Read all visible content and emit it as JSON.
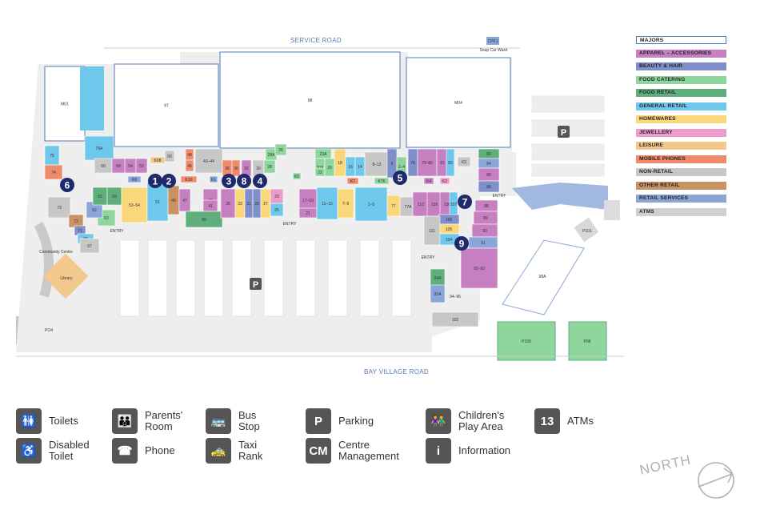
{
  "roads": {
    "service": "SERVICE ROAD",
    "bay_village": "BAY VILLAGE ROAD",
    "entry": "ENTRY"
  },
  "places": {
    "cpk1": "CPK1",
    "snap_car_wash": "Snap Car Wash",
    "community_centre": "Community\nCentre",
    "library": "Library",
    "po4": "PO4",
    "p100": "P100",
    "p98": "P98",
    "p101": "P101",
    "98a": "98A"
  },
  "north_label": "NORTH",
  "legend": [
    {
      "label": "MAJORS",
      "color": "#ffffff",
      "border": "#4f7ab5"
    },
    {
      "label": "APPAREL – ACCESSORIES",
      "color": "#c67fc0"
    },
    {
      "label": "BEAUTY & HAIR",
      "color": "#7f8fc9"
    },
    {
      "label": "FOOD CATERING",
      "color": "#8fd69c"
    },
    {
      "label": "FOOD RETAIL",
      "color": "#5fae7c"
    },
    {
      "label": "GENERAL RETAIL",
      "color": "#6ec8ec"
    },
    {
      "label": "HOMEWARES",
      "color": "#f9d77a"
    },
    {
      "label": "JEWELLERY",
      "color": "#eb9ccb"
    },
    {
      "label": "LEISURE",
      "color": "#f2c88d"
    },
    {
      "label": "MOBILE PHONES",
      "color": "#f08a6c"
    },
    {
      "label": "NON-RETAIL",
      "color": "#c7c7c7"
    },
    {
      "label": "OTHER RETAIL",
      "color": "#c99262"
    },
    {
      "label": "RETAIL SERVICES",
      "color": "#8aa6d8"
    },
    {
      "label": "ATMS",
      "color": "#d0d0d0"
    }
  ],
  "markers": [
    "1",
    "2",
    "3",
    "8",
    "4",
    "5",
    "6",
    "7",
    "9"
  ],
  "shops": [
    {
      "id": "M01",
      "cat": "majors"
    },
    {
      "id": "97",
      "cat": "majors"
    },
    {
      "id": "98",
      "cat": "majors"
    },
    {
      "id": "M04",
      "cat": "majors"
    },
    {
      "id": "75",
      "cat": "general"
    },
    {
      "id": "75A",
      "cat": "general"
    },
    {
      "id": "74",
      "cat": "mobile"
    },
    {
      "id": "73",
      "cat": "nonretail"
    },
    {
      "id": "72",
      "cat": "other"
    },
    {
      "id": "71",
      "cat": "beauty"
    },
    {
      "id": "68",
      "cat": "general"
    },
    {
      "id": "67",
      "cat": "nonretail"
    },
    {
      "id": "63",
      "cat": "food"
    },
    {
      "id": "62",
      "cat": "services"
    },
    {
      "id": "61",
      "cat": "foodretail"
    },
    {
      "id": "59",
      "cat": "foodretail"
    },
    {
      "id": "60",
      "cat": "nonretail"
    },
    {
      "id": "58",
      "cat": "apparel"
    },
    {
      "id": "54",
      "cat": "apparel"
    },
    {
      "id": "52",
      "cat": "apparel"
    },
    {
      "id": "53–54",
      "cat": "homewares"
    },
    {
      "id": "51",
      "cat": "general"
    },
    {
      "id": "K08",
      "cat": "leisure"
    },
    {
      "id": "K8",
      "cat": "services"
    },
    {
      "id": "50",
      "cat": "nonretail"
    },
    {
      "id": "49",
      "cat": "other"
    },
    {
      "id": "48",
      "cat": "mobile"
    },
    {
      "id": "46",
      "cat": "mobile"
    },
    {
      "id": "45",
      "cat": "apparel"
    },
    {
      "id": "47",
      "cat": "apparel"
    },
    {
      "id": "K10",
      "cat": "mobile"
    },
    {
      "id": "40–44",
      "cat": "nonretail"
    },
    {
      "id": "39",
      "cat": "apparel"
    },
    {
      "id": "41",
      "cat": "apparel"
    },
    {
      "id": "99",
      "cat": "foodretail"
    },
    {
      "id": "K1",
      "cat": "services"
    },
    {
      "id": "38",
      "cat": "mobile"
    },
    {
      "id": "36",
      "cat": "mobile"
    },
    {
      "id": "35",
      "cat": "apparel"
    },
    {
      "id": "33",
      "cat": "homewares"
    },
    {
      "id": "32",
      "cat": "apparel"
    },
    {
      "id": "31",
      "cat": "beauty"
    },
    {
      "id": "30",
      "cat": "nonretail"
    },
    {
      "id": "29",
      "cat": "beauty"
    },
    {
      "id": "27",
      "cat": "homewares"
    },
    {
      "id": "28",
      "cat": "food"
    },
    {
      "id": "28A",
      "cat": "food"
    },
    {
      "id": "26",
      "cat": "food"
    },
    {
      "id": "25",
      "cat": "general"
    },
    {
      "id": "23",
      "cat": "jewellery"
    },
    {
      "id": "K5",
      "cat": "food"
    },
    {
      "id": "17–19",
      "cat": "apparel"
    },
    {
      "id": "21",
      "cat": "apparel"
    },
    {
      "id": "11–15",
      "cat": "general"
    },
    {
      "id": "7–9",
      "cat": "homewares"
    },
    {
      "id": "1–5",
      "cat": "general"
    },
    {
      "id": "23A",
      "cat": "food"
    },
    {
      "id": "20A",
      "cat": "food"
    },
    {
      "id": "22",
      "cat": "food"
    },
    {
      "id": "20",
      "cat": "food"
    },
    {
      "id": "18",
      "cat": "homewares"
    },
    {
      "id": "16",
      "cat": "general"
    },
    {
      "id": "14",
      "cat": "general"
    },
    {
      "id": "8–12",
      "cat": "nonretail"
    },
    {
      "id": "K7",
      "cat": "mobile"
    },
    {
      "id": "K76",
      "cat": "food"
    },
    {
      "id": "6",
      "cat": "beauty"
    },
    {
      "id": "2–4",
      "cat": "food"
    },
    {
      "id": "78",
      "cat": "beauty"
    },
    {
      "id": "79–80",
      "cat": "apparel"
    },
    {
      "id": "81",
      "cat": "apparel"
    },
    {
      "id": "83",
      "cat": "general"
    },
    {
      "id": "K3",
      "cat": "nonretail"
    },
    {
      "id": "K4",
      "cat": "apparel"
    },
    {
      "id": "K2",
      "cat": "jewellery"
    },
    {
      "id": "77",
      "cat": "homewares"
    },
    {
      "id": "77A",
      "cat": "nonretail"
    },
    {
      "id": "110",
      "cat": "apparel"
    },
    {
      "id": "109",
      "cat": "apparel"
    },
    {
      "id": "108",
      "cat": "apparel"
    },
    {
      "id": "107",
      "cat": "general"
    },
    {
      "id": "106",
      "cat": "beauty"
    },
    {
      "id": "105",
      "cat": "homewares"
    },
    {
      "id": "104",
      "cat": "general"
    },
    {
      "id": "111",
      "cat": "nonretail"
    },
    {
      "id": "94A",
      "cat": "foodretail"
    },
    {
      "id": "95A",
      "cat": "services"
    },
    {
      "id": "94–95",
      "cat": "majors"
    },
    {
      "id": "102",
      "cat": "nonretail"
    },
    {
      "id": "82",
      "cat": "foodretail"
    },
    {
      "id": "84",
      "cat": "services"
    },
    {
      "id": "85",
      "cat": "apparel"
    },
    {
      "id": "86",
      "cat": "beauty"
    },
    {
      "id": "88",
      "cat": "apparel"
    },
    {
      "id": "89",
      "cat": "apparel"
    },
    {
      "id": "90",
      "cat": "apparel"
    },
    {
      "id": "91",
      "cat": "services"
    },
    {
      "id": "92–93",
      "cat": "apparel"
    }
  ],
  "key": [
    {
      "icon": "toilets-icon",
      "glyph": "🚻",
      "label": "Toilets"
    },
    {
      "icon": "parents-room-icon",
      "glyph": "👪",
      "label": "Parents'\nRoom"
    },
    {
      "icon": "bus-stop-icon",
      "glyph": "🚌",
      "label": "Bus Stop"
    },
    {
      "icon": "parking-icon",
      "glyph": "P",
      "label": "Parking"
    },
    {
      "icon": "childrens-play-area-icon",
      "glyph": "👫",
      "label": "Children's\nPlay Area"
    },
    {
      "icon": "atms-icon",
      "glyph": "13",
      "label": "ATMs"
    },
    {
      "icon": "disabled-toilet-icon",
      "glyph": "♿",
      "label": "Disabled\nToilet"
    },
    {
      "icon": "phone-icon",
      "glyph": "☎",
      "label": "Phone"
    },
    {
      "icon": "taxi-rank-icon",
      "glyph": "🚕",
      "label": "Taxi Rank"
    },
    {
      "icon": "centre-management-icon",
      "glyph": "CM",
      "label": "Centre\nManagement"
    },
    {
      "icon": "information-icon",
      "glyph": "i",
      "label": "Information"
    }
  ]
}
